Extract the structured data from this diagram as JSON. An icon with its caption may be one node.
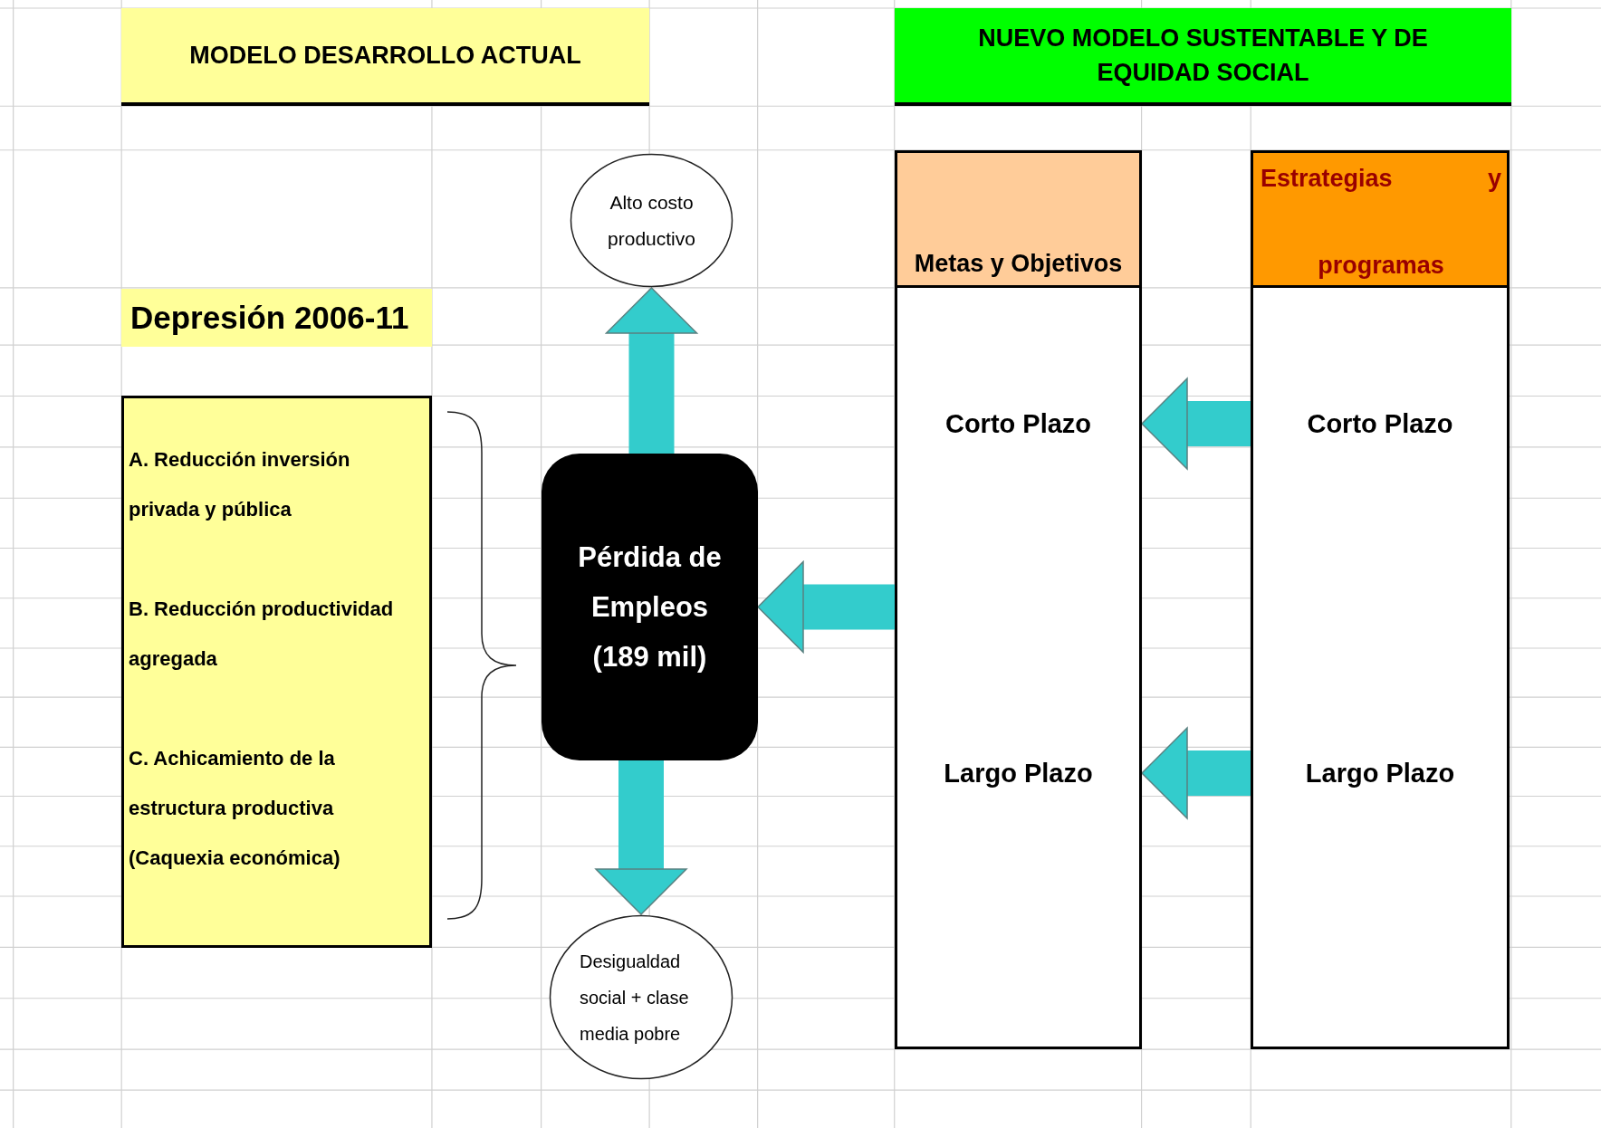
{
  "diagram": {
    "nodes": [
      {
        "text": [
          "MODELO DESARROLLO ACTUAL"
        ]
      },
      {
        "text": [
          "NUEVO MODELO SUSTENTABLE Y DE EQUIDAD SOCIAL"
        ]
      },
      {
        "text": [
          "Depresión 2006-11"
        ]
      },
      {
        "text": [
          "A. Reducción inversión privada y pública",
          "B. Reducción productividad agregada",
          "C. Achicamiento de la estructura productiva (Caquexia económica)"
        ]
      },
      {
        "text": [
          "Alto costo productivo"
        ]
      },
      {
        "text": [
          "Pérdida de Empleos (189 mil)"
        ]
      },
      {
        "text": [
          "Desigualdad social + clase media pobre"
        ]
      },
      {
        "text": [
          "Metas y Objetivos"
        ]
      },
      {
        "text": [],
        "shape": "box"
      },
      {
        "text": [
          "Corto Plazo"
        ],
        "in": 8
      },
      {
        "text": [
          "Largo Plazo"
        ],
        "in": 8
      },
      {
        "text": [
          "Estrategias y programas"
        ]
      },
      {
        "text": [],
        "shape": "box"
      },
      {
        "text": [
          "Corto Plazo"
        ],
        "in": 12
      },
      {
        "text": [
          "Largo Plazo"
        ],
        "in": 12
      }
    ],
    "edges": [
      {
        "from": 5,
        "to": 4,
        "arrow": "to"
      },
      {
        "from": 5,
        "to": 6,
        "arrow": "to"
      },
      {
        "from": 8,
        "to": 5,
        "arrow": "to"
      },
      {
        "from": 12,
        "to": 8,
        "arrow": "to"
      },
      {
        "from": 12,
        "to": 8,
        "arrow": "to"
      }
    ]
  }
}
